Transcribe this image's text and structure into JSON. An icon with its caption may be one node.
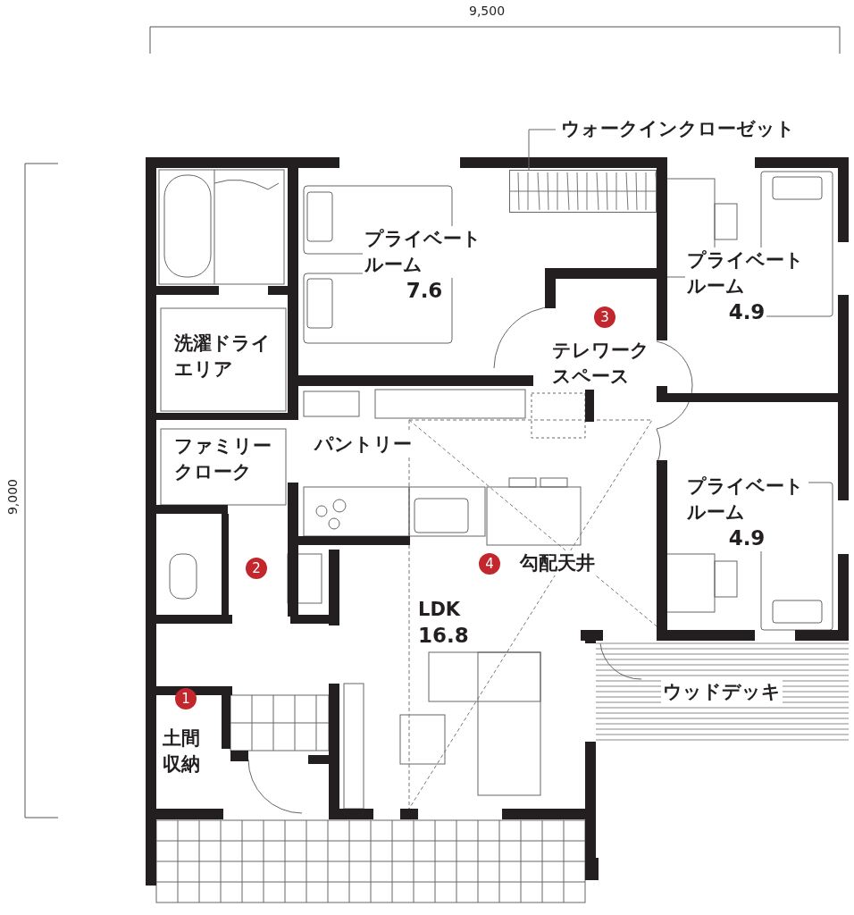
{
  "diagram": {
    "nodes": [
      {
        "text": [
          "プライベートルーム",
          "7.6"
        ]
      },
      {
        "text": [
          "ウォークインクローゼット"
        ]
      },
      {
        "text": [],
        "shape": "box"
      },
      {
        "text": [
          "プライベートルーム",
          "4.9"
        ]
      },
      {
        "text": [
          "テレワークスペース"
        ]
      },
      {
        "text": [
          "洗濯ドライエリア"
        ]
      },
      {
        "text": [
          "ファミリークローク"
        ]
      },
      {
        "text": [
          "パントリー"
        ]
      },
      {
        "text": [
          "プライベートルーム",
          "4.9"
        ]
      },
      {
        "text": [
          "LDK",
          "16.8"
        ]
      },
      {
        "text": [
          "ウッドデッキ"
        ]
      },
      {
        "text": [
          "土間収納"
        ]
      }
    ],
    "edges": [
      {
        "from": 1,
        "to": 2,
        "arrow": "none"
      }
    ],
    "labels": [
      "9,500",
      "9,000",
      "3",
      "4",
      "勾配天井",
      "2",
      "1"
    ]
  }
}
